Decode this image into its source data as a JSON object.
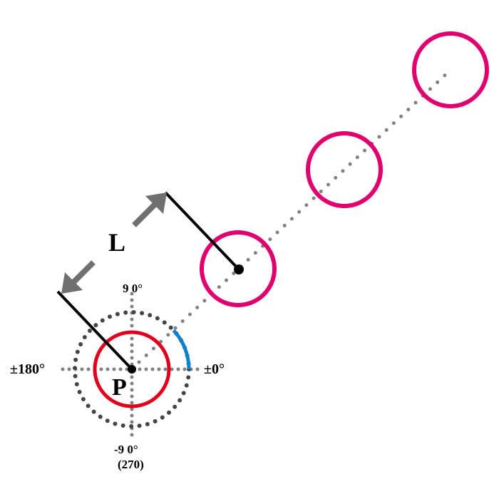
{
  "diagram": {
    "title": "",
    "origin_label": "P",
    "length_label": "L",
    "angle_labels": {
      "right": "±0°",
      "left": "±180°",
      "top": "9 0°",
      "bottom": "-9 0°",
      "bottom_alt": "(270)"
    },
    "direction_angle_deg": 43,
    "target_circle_count": 3,
    "colors": {
      "origin_circle": "#e0001b",
      "target_circle": "#e0006e",
      "angle_arc": "#0a82d0",
      "dotted_guides": "#777777",
      "outer_dotted_circle": "#444444",
      "arrows": "#707070",
      "lines": "#000000"
    }
  }
}
